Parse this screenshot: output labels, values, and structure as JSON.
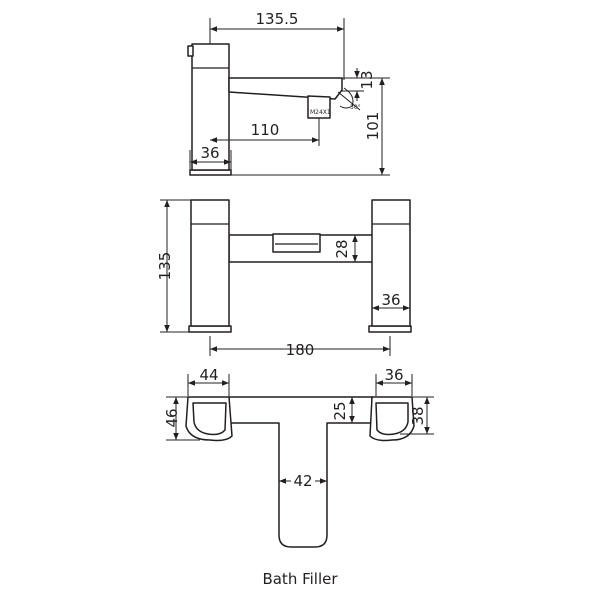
{
  "side_view": {
    "dim_total": "135.5",
    "dim_outlet": "13",
    "dim_height": "101",
    "dim_reach": "110",
    "dim_base": "36",
    "angle": "30°",
    "thread": "M24X1"
  },
  "front_view": {
    "dim_height": "135",
    "dim_spout": "28",
    "dim_body": "36",
    "dim_centres": "180"
  },
  "plan_view": {
    "dim_handle_width": "44",
    "dim_handle_depth": "46",
    "dim_right_width": "36",
    "dim_right_depth": "38",
    "dim_bridge": "25",
    "dim_spout_width": "42"
  },
  "caption": "Bath Filler"
}
